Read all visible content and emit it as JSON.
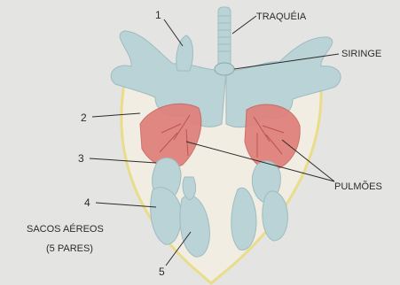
{
  "labels": {
    "traqueia": "TRAQUÉIA",
    "siringe": "SIRINGE",
    "pulmoes": "PULMÕES",
    "sacos_line1": "SACOS AÉREOS",
    "sacos_line2": "(5 PARES)",
    "n1": "1",
    "n2": "2",
    "n3": "3",
    "n4": "4",
    "n5": "5"
  },
  "colors": {
    "background": "#e4e4e2",
    "air_sac_fill": "#b9d3d6",
    "air_sac_stroke": "#9fbcc0",
    "lung_fill": "#e07d78",
    "body_outline": "#e9dc8a"
  }
}
